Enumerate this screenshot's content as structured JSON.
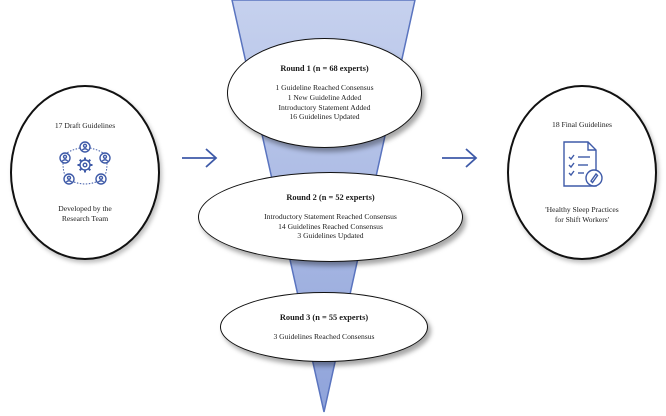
{
  "colors": {
    "funnel": "#a7b6e2",
    "funnel_edge": "#5a74bf",
    "arrow": "#3e5aa8",
    "icon": "#3e5aa8"
  },
  "left": {
    "title": "17 Draft Guidelines",
    "icon": "team-network-gear-icon",
    "caption_lines": [
      "Developed by the",
      "Research Team"
    ]
  },
  "rounds": [
    {
      "title": "Round 1 (n = 68 experts)",
      "lines": [
        "1 Guideline Reached Consensus",
        "1 New Guideline Added",
        "Introductory Statement Added",
        "16 Guidelines Updated"
      ]
    },
    {
      "title": "Round 2 (n = 52 experts)",
      "lines": [
        "Introductory Statement Reached Consensus",
        "14 Guidelines Reached Consensus",
        "3 Guidelines Updated"
      ]
    },
    {
      "title": "Round 3 (n = 55 experts)",
      "lines": [
        "3 Guidelines Reached Consensus"
      ]
    }
  ],
  "right": {
    "title": "18 Final Guidelines",
    "icon": "checklist-document-icon",
    "caption_lines": [
      "'Healthy Sleep Practices",
      "for Shift Workers'"
    ]
  }
}
